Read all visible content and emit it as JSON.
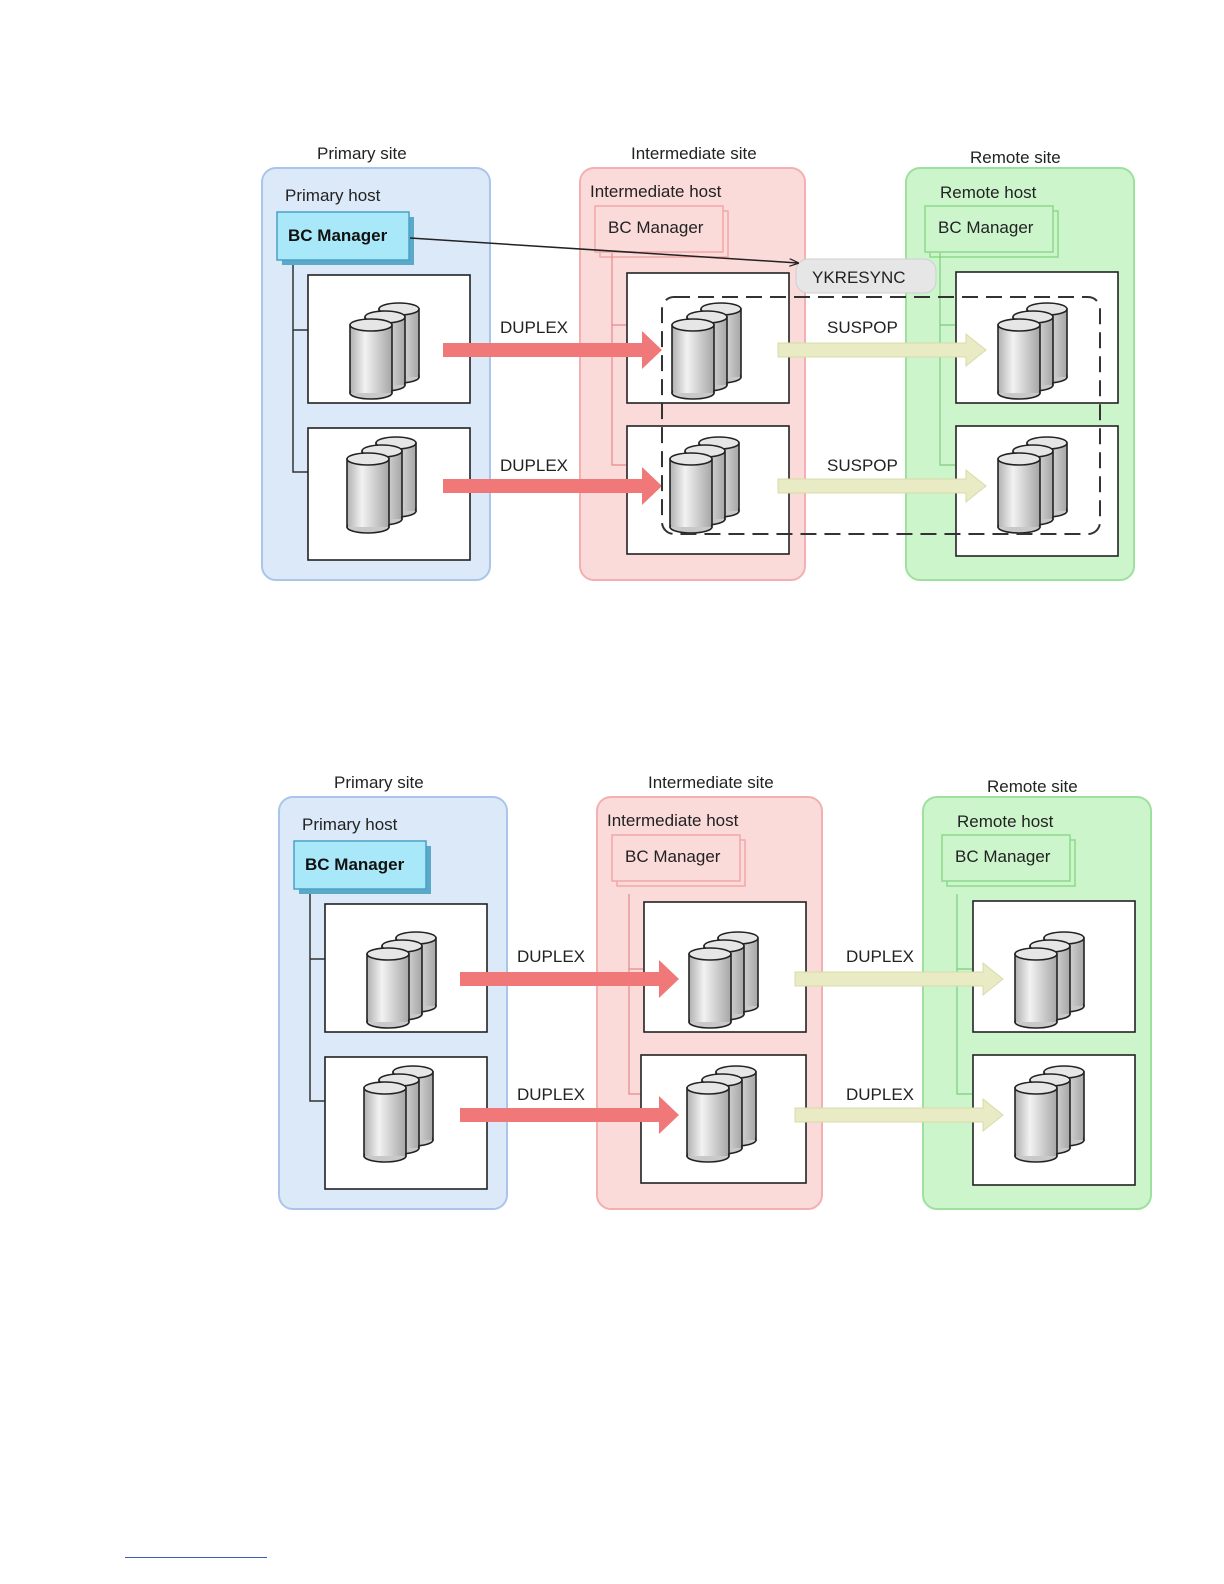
{
  "diagrams": [
    {
      "sites": {
        "primary": {
          "label": "Primary site",
          "host": "Primary host",
          "manager": "BC Manager"
        },
        "intermediate": {
          "label": "Intermediate site",
          "host": "Intermediate host",
          "manager": "BC Manager"
        },
        "remote": {
          "label": "Remote site",
          "host": "Remote host",
          "manager": "BC Manager"
        }
      },
      "pairs": [
        {
          "left": "DUPLEX",
          "right": "SUSPOP"
        },
        {
          "left": "DUPLEX",
          "right": "SUSPOP"
        }
      ],
      "command": "YKRESYNC"
    },
    {
      "sites": {
        "primary": {
          "label": "Primary site",
          "host": "Primary host",
          "manager": "BC Manager"
        },
        "intermediate": {
          "label": "Intermediate site",
          "host": "Intermediate host",
          "manager": "BC Manager"
        },
        "remote": {
          "label": "Remote site",
          "host": "Remote host",
          "manager": "BC Manager"
        }
      },
      "pairs": [
        {
          "left": "DUPLEX",
          "right": "DUPLEX"
        },
        {
          "left": "DUPLEX",
          "right": "DUPLEX"
        }
      ]
    }
  ],
  "colors": {
    "primary_fill": "#dce9f9",
    "primary_stroke": "#a9c6ea",
    "intermediate_fill": "#fbdada",
    "intermediate_stroke": "#f3b0b0",
    "remote_fill": "#ccf5cc",
    "remote_stroke": "#9ee09e",
    "duplex_arrow": "#f07878",
    "suspop_arrow": "#e8ebc4",
    "manager_fill": "#a9e8f9"
  }
}
